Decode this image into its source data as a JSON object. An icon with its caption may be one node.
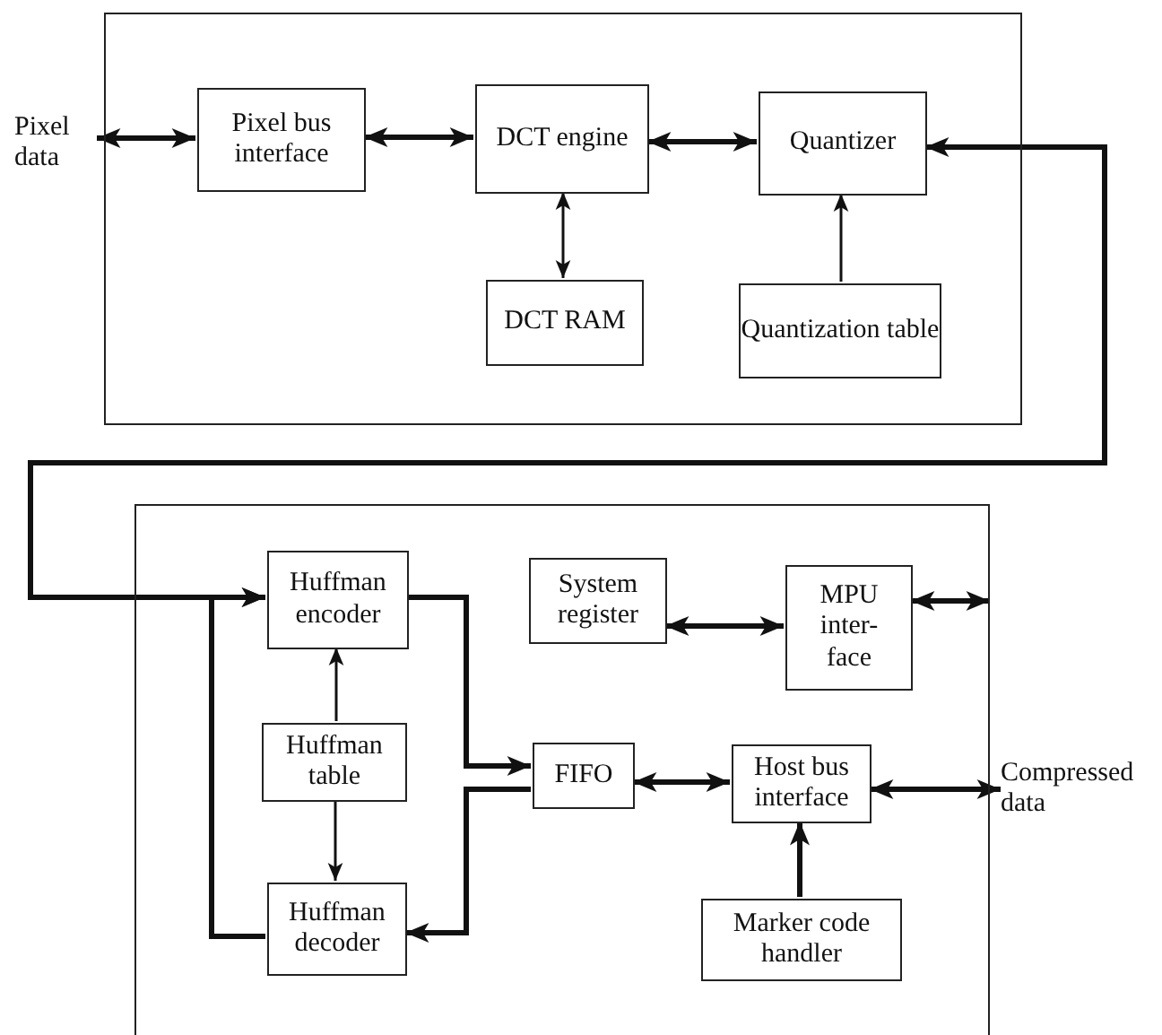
{
  "diagram": {
    "nodes": [
      {
        "text": [],
        "shape": "box"
      },
      {
        "text": [
          "Pixel data"
        ]
      },
      {
        "text": [
          "Pixel bus interface"
        ],
        "in": 0
      },
      {
        "text": [
          "DCT engine"
        ],
        "in": 0
      },
      {
        "text": [
          "Quantizer"
        ],
        "in": 0
      },
      {
        "text": [
          "DCT RAM"
        ],
        "in": 0
      },
      {
        "text": [
          "Quantization table"
        ],
        "in": 0
      },
      {
        "text": [],
        "shape": "box"
      },
      {
        "text": [
          "Huffman encoder"
        ],
        "in": 7
      },
      {
        "text": [
          "System register"
        ],
        "in": 7
      },
      {
        "text": [
          "MPU inter-face"
        ],
        "in": 7
      },
      {
        "text": [
          "Huffman table"
        ],
        "in": 7
      },
      {
        "text": [
          "FIFO"
        ],
        "in": 7
      },
      {
        "text": [
          "Host bus interface"
        ],
        "in": 7
      },
      {
        "text": [
          "Huffman decoder"
        ],
        "in": 7
      },
      {
        "text": [
          "Marker code handler"
        ],
        "in": 7
      },
      {
        "text": [
          "Compressed data"
        ]
      }
    ],
    "edges": [
      {
        "from": 1,
        "to": 2,
        "arrow": "both"
      },
      {
        "from": 2,
        "to": 3,
        "arrow": "both"
      },
      {
        "from": 3,
        "to": 4,
        "arrow": "both"
      },
      {
        "from": 3,
        "to": 5,
        "arrow": "both"
      },
      {
        "from": 6,
        "to": 4,
        "arrow": "to"
      },
      {
        "from": 4,
        "to": 8,
        "arrow": "both"
      },
      {
        "from": 14,
        "to": 8,
        "arrow": "to"
      },
      {
        "from": 11,
        "to": 8,
        "arrow": "to"
      },
      {
        "from": 11,
        "to": 14,
        "arrow": "to"
      },
      {
        "from": 8,
        "to": 12,
        "arrow": "to"
      },
      {
        "from": 12,
        "to": 14,
        "arrow": "to"
      },
      {
        "from": 9,
        "to": 10,
        "arrow": "both"
      },
      {
        "from": 10,
        "to": null,
        "arrow": "both"
      },
      {
        "from": 12,
        "to": 13,
        "arrow": "both"
      },
      {
        "from": 13,
        "to": 16,
        "arrow": "both"
      },
      {
        "from": 15,
        "to": 13,
        "arrow": "to"
      }
    ]
  }
}
